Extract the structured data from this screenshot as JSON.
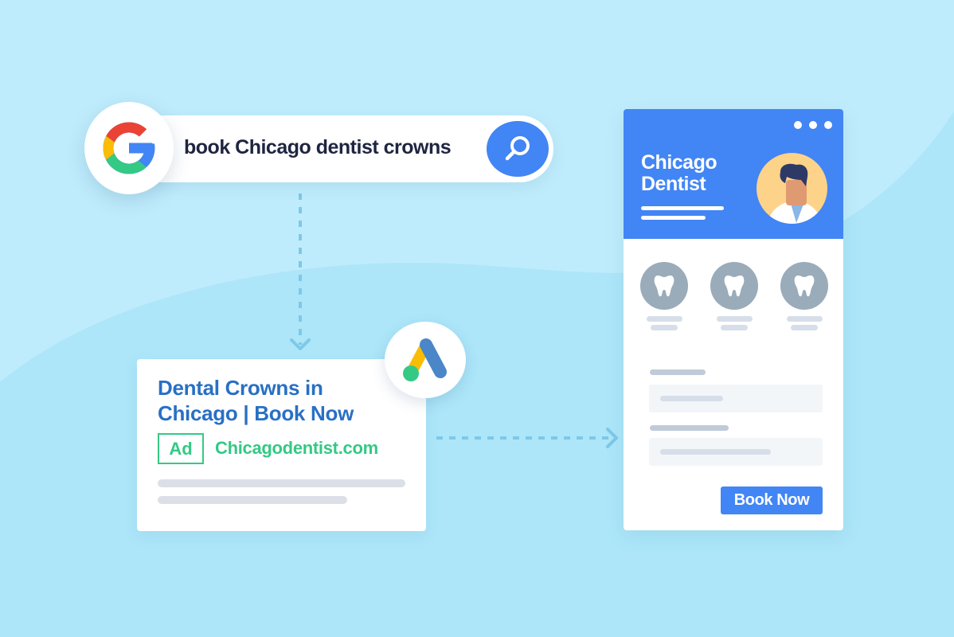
{
  "colors": {
    "background": "#ade6f9",
    "background_light": "#bfecfc",
    "brand_blue": "#4285f4",
    "ad_title_blue": "#2870c4",
    "ad_green": "#34c985",
    "connector": "#7ec8e8",
    "icon_gray": "#9aabba"
  },
  "search": {
    "engine_logo": "google-g-logo",
    "query": "book Chicago dentist crowns",
    "button_icon": "search-icon"
  },
  "ad": {
    "platform_logo": "google-ads-logo",
    "title": "Dental Crowns in Chicago | Book Now",
    "badge": "Ad",
    "url": "Chicagodentist.com"
  },
  "landing_page": {
    "menu_icon": "more-dots-icon",
    "title": "Chicago Dentist",
    "avatar": "dentist-avatar",
    "services": [
      {
        "icon": "tooth-icon"
      },
      {
        "icon": "tooth-icon"
      },
      {
        "icon": "tooth-icon"
      }
    ],
    "cta_label": "Book Now"
  }
}
